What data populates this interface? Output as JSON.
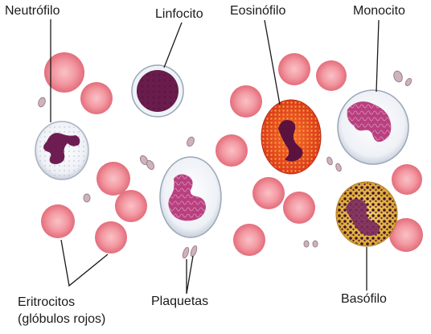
{
  "labels": {
    "neutrofilo": "Neutrófilo",
    "linfocito": "Linfocito",
    "eosinofilo": "Eosinófilo",
    "monocito": "Monocito",
    "eritrocitos_line1": "Eritrocitos",
    "eritrocitos_line2": "(glóbulos rojos)",
    "plaquetas": "Plaquetas",
    "basofilo": "Basófilo"
  },
  "colors": {
    "erythrocyte": "#f07f8a",
    "erythrocyte_center": "#f8b8bd",
    "nucleus": "#6e1d52",
    "cytoplasm": "#eef1f6",
    "eosinophil_granules": "#e8441f",
    "basophil_granules": "#e7b53a",
    "monocyte_nucleus": "#b8407e",
    "platelet": "#c9a9b4"
  }
}
